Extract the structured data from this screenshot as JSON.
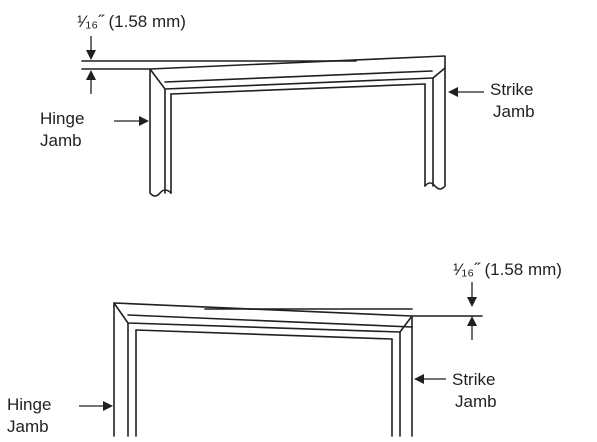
{
  "figure": {
    "top": {
      "gap_label": "¹⁄₁₆˝ (1.58 mm)",
      "hinge_label": [
        "Hinge",
        "Jamb"
      ],
      "strike_label": [
        "Strike",
        "Jamb"
      ]
    },
    "bottom": {
      "gap_label": "¹⁄₁₆˝ (1.58 mm)",
      "hinge_label": [
        "Hinge",
        "Jamb"
      ],
      "strike_label": [
        "Strike",
        "Jamb"
      ]
    }
  }
}
